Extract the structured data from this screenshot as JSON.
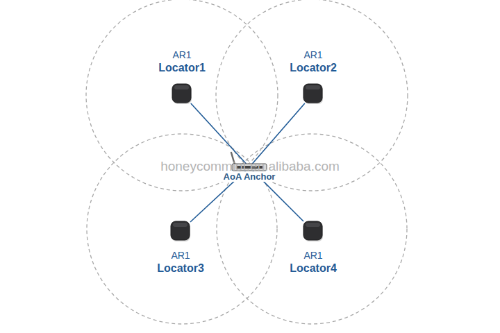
{
  "diagram": {
    "nodes": [
      {
        "text": [
          "AR1",
          "Locator1"
        ]
      },
      {
        "text": [
          "AR1",
          "Locator2"
        ]
      },
      {
        "text": [
          "AoA Anchor"
        ]
      },
      {
        "text": [
          "AR1",
          "Locator3"
        ]
      },
      {
        "text": [
          "AR1",
          "Locator4"
        ]
      }
    ],
    "edges": [
      {
        "from": 0,
        "to": 2,
        "arrow": "none"
      },
      {
        "from": 1,
        "to": 2,
        "arrow": "none"
      },
      {
        "from": 3,
        "to": 2,
        "arrow": "none"
      },
      {
        "from": 4,
        "to": 2,
        "arrow": "none"
      }
    ],
    "labels": [
      "honeycommiot.en.alibaba.com"
    ]
  }
}
